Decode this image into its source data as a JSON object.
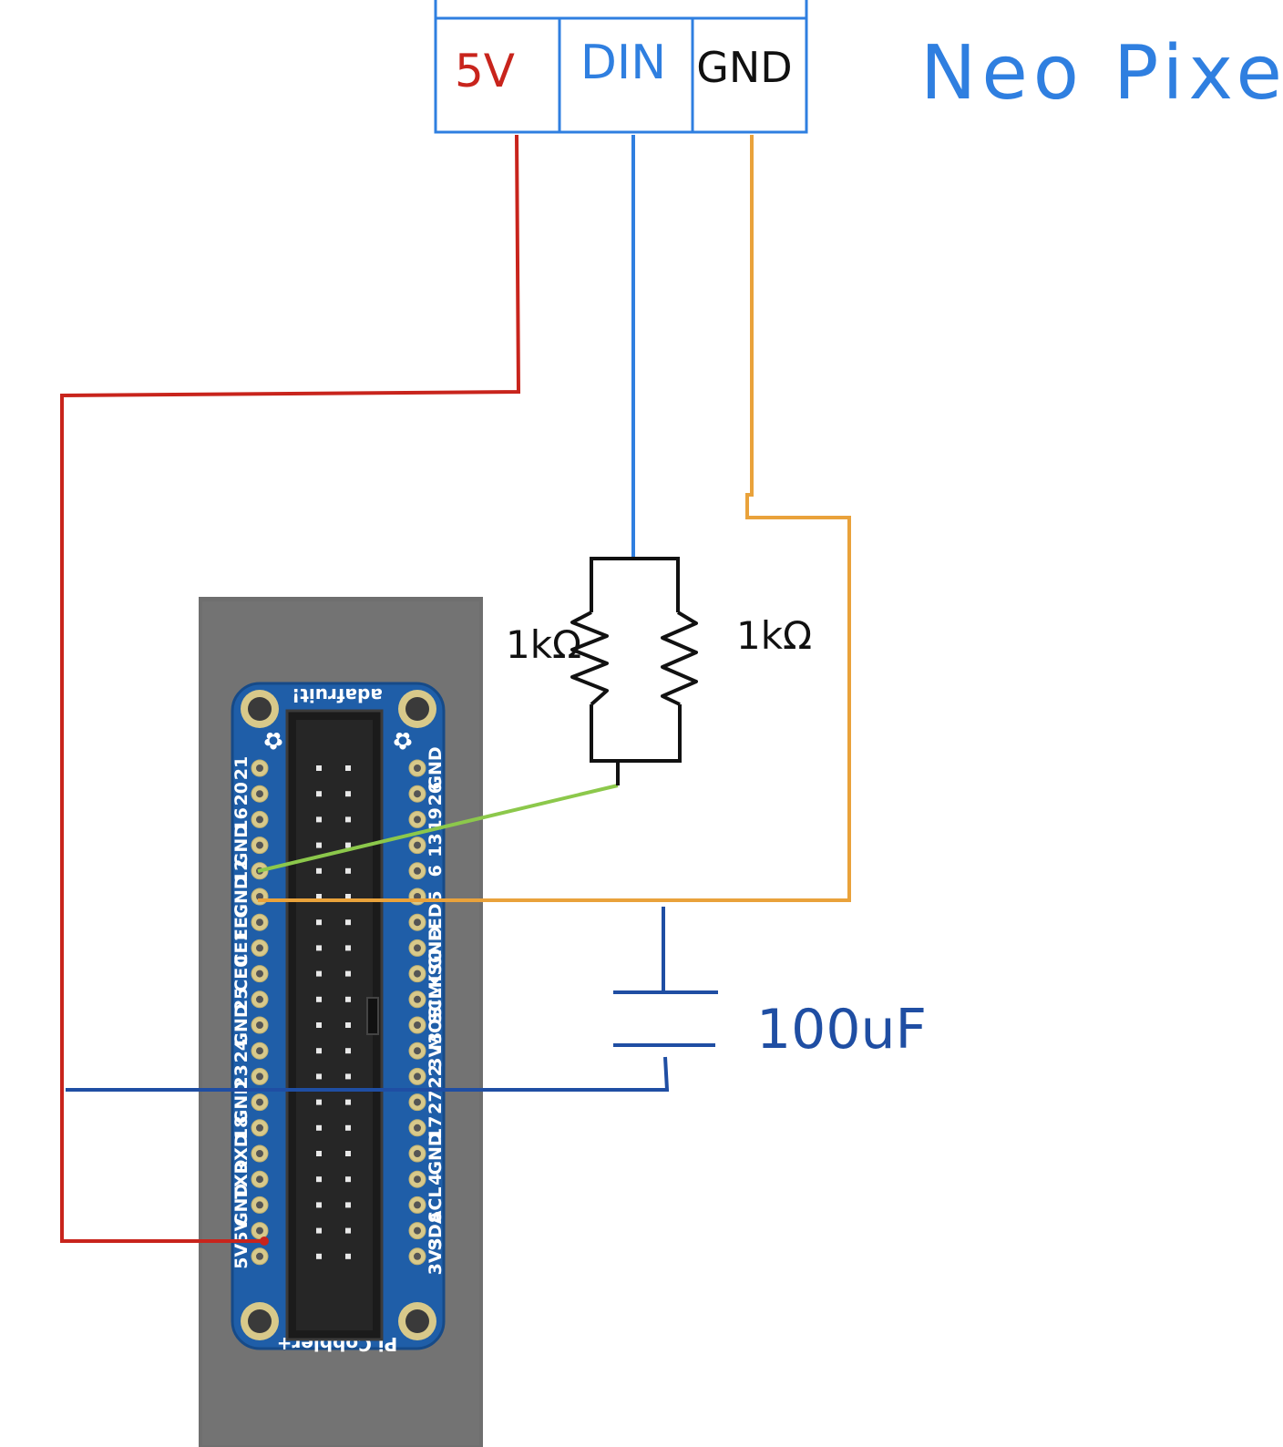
{
  "neopixel": {
    "title": "Neo Pixels",
    "pins": [
      "5V",
      "DIN",
      "GND"
    ]
  },
  "resistors": [
    "1kΩ",
    "1kΩ"
  ],
  "capacitor": "100uF",
  "board": {
    "brand": "adafruit!",
    "name": "Pi Cobbler+",
    "left_pins": [
      "21",
      "20",
      "16",
      "GND",
      "12",
      "GND",
      "EEC",
      "CE1",
      "CE0",
      "25",
      "GND",
      "24",
      "23",
      "GND",
      "18",
      "RXD",
      "TXD",
      "GND",
      "5V",
      "5V"
    ],
    "right_pins": [
      "GND",
      "26",
      "19",
      "13",
      "6",
      "5",
      "EED",
      "GND",
      "MISO",
      "SCLK",
      "MOSI",
      "3V3",
      "22",
      "27",
      "17",
      "GND",
      "4",
      "SCL",
      "SDA",
      "3V3"
    ]
  },
  "colors": {
    "power": "#c8241c",
    "data": "#2f7fe0",
    "ground": "#e9a23b",
    "gpio": "#8cc84b",
    "cap_wire": "#1f4ea3",
    "board": "#1f5ea8",
    "backdrop": "#6e6e6e"
  }
}
